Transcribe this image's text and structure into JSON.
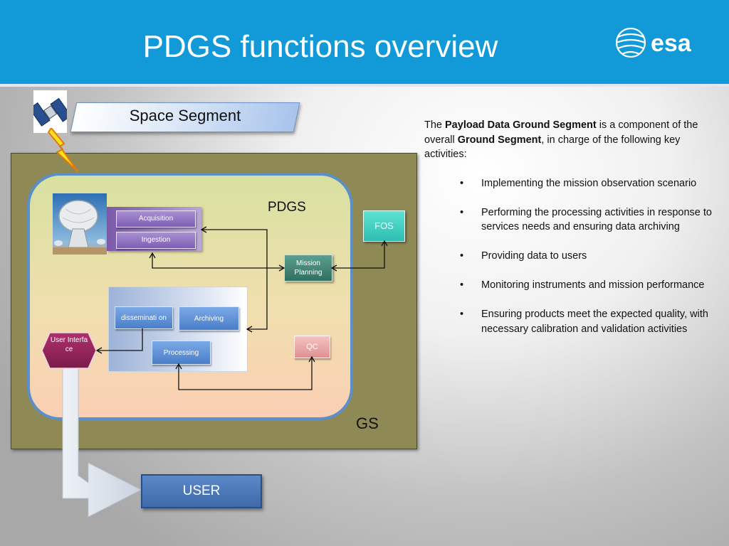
{
  "slide": {
    "title": "PDGS functions overview"
  },
  "logo": {
    "text": "esa"
  },
  "diagram": {
    "space_segment": "Space Segment",
    "gs_label": "GS",
    "pdgs_label": "PDGS",
    "acquisition": "Acquisition",
    "ingestion": "Ingestion",
    "fos": "FOS",
    "mission_planning": "Mission Planning",
    "dissemination": "disseminati on",
    "archiving": "Archiving",
    "processing": "Processing",
    "qc": "QC",
    "user_interface": "User Interfa ce",
    "user": "USER"
  },
  "description": {
    "intro_before": "The ",
    "intro_bold1": "Payload Data Ground Segment",
    "intro_mid": " is a component of the overall ",
    "intro_bold2": "Ground Segment",
    "intro_after": ", in charge of the following key activities:",
    "bullet_char": "•",
    "bullets": [
      "Implementing the mission observation scenario",
      "Performing the processing activities in response to services needs and ensuring data archiving",
      "Providing data to users",
      "Monitoring instruments and mission performance",
      "Ensuring products meet the expected quality, with necessary calibration and validation activities"
    ]
  },
  "colors": {
    "header": "#1199d8",
    "gs_background": "#8e8955",
    "pdgs_border": "#5b8fc9",
    "fos": "#2ebdb0",
    "user_box": "#3f6aaa"
  }
}
